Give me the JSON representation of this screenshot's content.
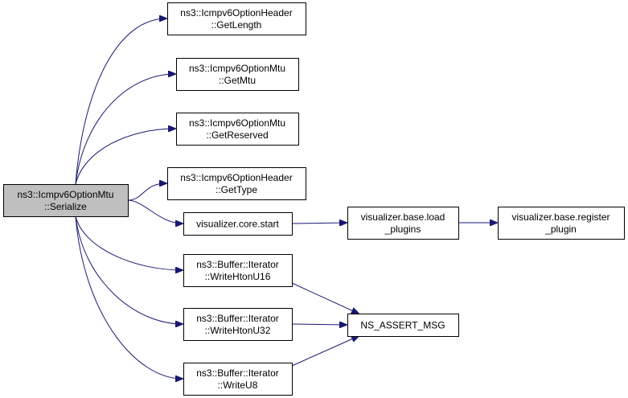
{
  "diagram": {
    "type": "call-graph",
    "colors": {
      "root_fill": "#bfbfbf",
      "node_fill": "#ffffff",
      "border": "#000000",
      "edge": "#191970"
    },
    "nodes": [
      {
        "id": "serialize",
        "lines": [
          "ns3::Icmpv6OptionMtu",
          "::Serialize"
        ],
        "root": true
      },
      {
        "id": "getlength",
        "lines": [
          "ns3::Icmpv6OptionHeader",
          "::GetLength"
        ]
      },
      {
        "id": "getmtu",
        "lines": [
          "ns3::Icmpv6OptionMtu",
          "::GetMtu"
        ]
      },
      {
        "id": "getreserved",
        "lines": [
          "ns3::Icmpv6OptionMtu",
          "::GetReserved"
        ]
      },
      {
        "id": "gettype",
        "lines": [
          "ns3::Icmpv6OptionHeader",
          "::GetType"
        ]
      },
      {
        "id": "corestart",
        "lines": [
          "visualizer.core.start"
        ]
      },
      {
        "id": "loadplugins",
        "lines": [
          "visualizer.base.load",
          "_plugins"
        ]
      },
      {
        "id": "registerplugin",
        "lines": [
          "visualizer.base.register",
          "_plugin"
        ]
      },
      {
        "id": "writehtonu16",
        "lines": [
          "ns3::Buffer::Iterator",
          "::WriteHtonU16"
        ]
      },
      {
        "id": "writehtonu32",
        "lines": [
          "ns3::Buffer::Iterator",
          "::WriteHtonU32"
        ]
      },
      {
        "id": "nsassert",
        "lines": [
          "NS_ASSERT_MSG"
        ]
      },
      {
        "id": "writeu8",
        "lines": [
          "ns3::Buffer::Iterator",
          "::WriteU8"
        ]
      }
    ],
    "edges": [
      {
        "from": "serialize",
        "to": "getlength"
      },
      {
        "from": "serialize",
        "to": "getmtu"
      },
      {
        "from": "serialize",
        "to": "getreserved"
      },
      {
        "from": "serialize",
        "to": "gettype"
      },
      {
        "from": "serialize",
        "to": "corestart"
      },
      {
        "from": "serialize",
        "to": "writehtonu16"
      },
      {
        "from": "serialize",
        "to": "writehtonu32"
      },
      {
        "from": "serialize",
        "to": "writeu8"
      },
      {
        "from": "corestart",
        "to": "loadplugins"
      },
      {
        "from": "loadplugins",
        "to": "registerplugin"
      },
      {
        "from": "writehtonu16",
        "to": "nsassert"
      },
      {
        "from": "writehtonu32",
        "to": "nsassert"
      },
      {
        "from": "writeu8",
        "to": "nsassert"
      }
    ]
  }
}
